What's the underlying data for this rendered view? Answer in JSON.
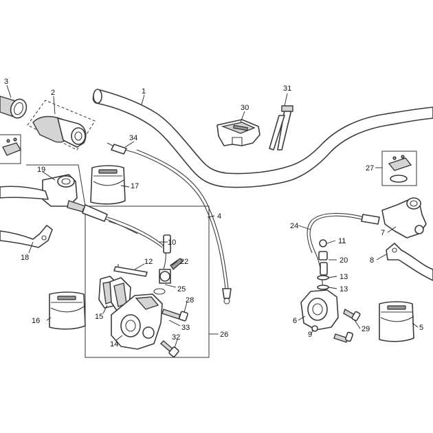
{
  "callouts": [
    {
      "id": "c1",
      "text": "1"
    },
    {
      "id": "c2",
      "text": "2"
    },
    {
      "id": "c3",
      "text": "3"
    },
    {
      "id": "c4",
      "text": "4"
    },
    {
      "id": "c5",
      "text": "5"
    },
    {
      "id": "c6",
      "text": "6"
    },
    {
      "id": "c7",
      "text": "7"
    },
    {
      "id": "c8",
      "text": "8"
    },
    {
      "id": "c9",
      "text": "9"
    },
    {
      "id": "c10",
      "text": "10"
    },
    {
      "id": "c11",
      "text": "11"
    },
    {
      "id": "c12",
      "text": "12"
    },
    {
      "id": "c13a",
      "text": "13"
    },
    {
      "id": "c13b",
      "text": "13"
    },
    {
      "id": "c14",
      "text": "14"
    },
    {
      "id": "c15",
      "text": "15"
    },
    {
      "id": "c16",
      "text": "16"
    },
    {
      "id": "c17",
      "text": "17"
    },
    {
      "id": "c18",
      "text": "18"
    },
    {
      "id": "c19",
      "text": "19"
    },
    {
      "id": "c20",
      "text": "20"
    },
    {
      "id": "c22",
      "text": "22"
    },
    {
      "id": "c24",
      "text": "24"
    },
    {
      "id": "c25",
      "text": "25"
    },
    {
      "id": "c26",
      "text": "26"
    },
    {
      "id": "c27",
      "text": "27"
    },
    {
      "id": "c28",
      "text": "28"
    },
    {
      "id": "c29",
      "text": "29"
    },
    {
      "id": "c30",
      "text": "30"
    },
    {
      "id": "c31",
      "text": "31"
    },
    {
      "id": "c32",
      "text": "32"
    },
    {
      "id": "c33",
      "text": "33"
    },
    {
      "id": "c34",
      "text": "34"
    }
  ]
}
